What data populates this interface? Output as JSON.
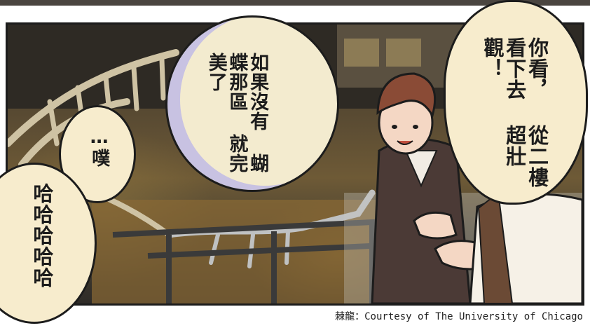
{
  "bubbles": {
    "right": {
      "line1": "你看，",
      "line2": "從二樓看下去",
      "line3": "超壯觀！"
    },
    "center": {
      "line1": "如果沒有",
      "line2": "蝴蝶那區",
      "line3": "就完美了"
    },
    "left_small": {
      "text": "…噗"
    },
    "left_big": {
      "line1": "哈哈哈哈哈"
    }
  },
  "credit": "棘龍：Courtesy of The University of Chicago",
  "colors": {
    "bubble_fill": "#f7eccd",
    "center_bubble_ring": "#b9b2d6",
    "ink": "#1c1c1c"
  },
  "scene": {
    "description_icons": [
      "spinosaurus-skeleton",
      "museum-hall",
      "man-character",
      "hand-pointing"
    ]
  }
}
